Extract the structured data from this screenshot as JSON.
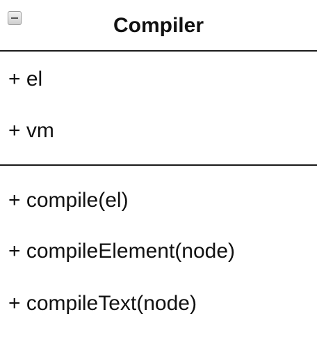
{
  "class_box": {
    "name": "Compiler",
    "collapse_icon": "minus-box-icon",
    "attributes": [
      {
        "label": "+ el"
      },
      {
        "label": "+ vm"
      }
    ],
    "methods": [
      {
        "label": "+ compile(el)"
      },
      {
        "label": "+ compileElement(node)"
      },
      {
        "label": "+ compileText(node)"
      }
    ]
  }
}
